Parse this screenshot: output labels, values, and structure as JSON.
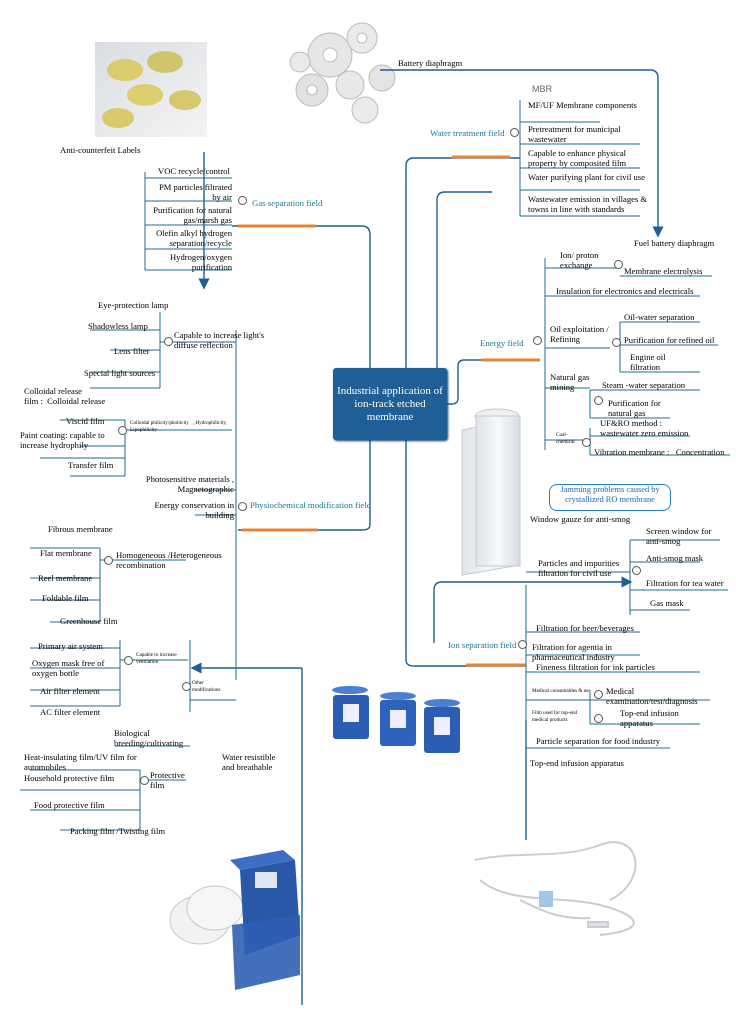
{
  "center": {
    "title": "Industrial application of ion-track etched membrane"
  },
  "colors": {
    "line": "#1f5f96",
    "accent": "#e8842f",
    "field_text": "#1a7a8c",
    "box": "#1f5f96"
  },
  "fields": {
    "gas": "Gas separation field",
    "water": "Water treatment field",
    "energy": "Energy field",
    "physio": "Physiochemical modification field",
    "ion": "Ion separation field"
  },
  "gas": {
    "top": "VOC recycle/control",
    "items": [
      "PM particles filtrated by air",
      "Purification for natural gas/marsh gas",
      "Olefin alkyl hydrogen separation/recycle",
      "Hydrogen/oxygen purification"
    ]
  },
  "labels": {
    "anti_counterfeit": "Anti-counterfeit Labels",
    "battery": "Battery diaphragm",
    "mbr": "MBR",
    "fuel_battery": "Fuel battery diaphragm",
    "water_resist": "Water resistible and breathable",
    "window_gauze": "Window gauze for anti-smog",
    "jam": "Jamming problems caused by crystallized RO membrane"
  },
  "water": {
    "items": [
      "MF/UF Membrane components",
      "Pretreatment for municipal wastewater",
      "Capable to enhance physical property by composited film",
      "Water purifying plant for civil use",
      "Wastewater emission in villages & towns in line with standards"
    ]
  },
  "energy": {
    "ion_proton": "Ion/ proton exchange",
    "membrane_electrolysis": "Membrane electrolysis",
    "insulation": "Insulation for electronics and electricals",
    "oil_exploit": "Oil exploitation / Refining",
    "oil_items": [
      "Oil-water separation",
      "Purification for refined oil",
      "Engine oil filtration"
    ],
    "gas_mining": "Natural gas mining",
    "gas_items": [
      "Steam -water separation",
      "Purification for natural gas"
    ],
    "coal": "Coal-chemical",
    "coal_items": [
      "UF&RO method : wastewater zero emission",
      "Vibration membrane :   Concentration"
    ]
  },
  "physio": {
    "light": {
      "header": "Capable to increase light's diffuse reflection",
      "items": [
        "Eye-protection lamp",
        "Shadowless lamp",
        "Lens filter",
        "Special light sources"
      ]
    },
    "colloid": {
      "header": "Colloidal philicity/phobicity   , Hydrophilicity, Lipophilicity",
      "items": [
        "Colloidal release film :  Colloidal release",
        "Viscid film",
        "Paint coating: capable to increase hydrophily",
        "Transfer film"
      ]
    },
    "photo": "Photosensitive materials , Magnetographic",
    "energy_building": "Energy conservation in building"
  },
  "other": {
    "header": "Other modifications",
    "homo": {
      "header": "Homogeneous /Heterogeneous recombination",
      "items": [
        "Fibrous membrane",
        "Flat membrane",
        "Reel membrane",
        "Foldable film",
        "Greenhouse film"
      ]
    },
    "ventilation": {
      "header": "Capable to increase ventilation",
      "items": [
        "Primary air system",
        "Oxygen mask free of oxygen bottle",
        "Air filter element",
        "AC filter element"
      ]
    },
    "bio": "Biological breeding/cultivating",
    "protective": {
      "header": "Protective film",
      "items": [
        "Heat-insulating film/UV film for automobiles",
        "Household protective film",
        "Food protective film",
        "Packing film /Twisting film"
      ]
    }
  },
  "ion": {
    "particles": "Particles and impurities filtration for civil use",
    "particle_items": [
      "Screen window for anti-smog",
      "Anti-smog mask",
      "Filtration for tea water",
      "Gas mask"
    ],
    "beer": "Filtration for beer/beverages",
    "pharma": "Filtration for agentia in pharmaceutical industry",
    "ink": "Fineness filtration for ink particles",
    "medical_consumables": "Medical consumables & use",
    "medical_exam": "Medical examination/test/diagnosis",
    "film_topend": "Film used for top-end medical products",
    "topend_apparatus": "Top-end infusion apparatus",
    "food": "Particle separation for food industry",
    "bottom": "Top-end infusion apparatus"
  }
}
